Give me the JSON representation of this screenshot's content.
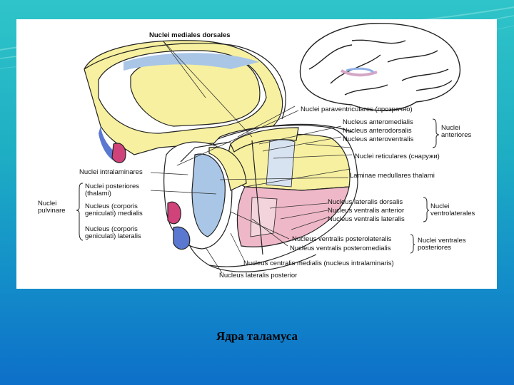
{
  "caption": "Ядра таламуса",
  "labels": {
    "medialesDorsales": "Nuclei mediales dorsales",
    "paraventriculares": "Nuclei paraventriculares (прозрачно)",
    "anteromedialis": "Nucleus anteromedialis",
    "anterodorsalis": "Nucleus anterodorsalis",
    "anteroventralis": "Nucleus anteroventralis",
    "anteriores": "Nuclei\nanteriores",
    "reticulares": "Nuclei reticulares (снаружи)",
    "intralaminares": "Nuclei intralaminares",
    "laminae": "Laminae medullares thalami",
    "posteriores": "Nuclei posteriores\n(thalami)",
    "pulvinare": "Nuclei\npulvinare",
    "corporisMedialis": "Nucleus (corporis\ngeniculati) medialis",
    "lateralisDorsalis": "Nucleus lateralis dorsalis",
    "ventralisAnterior": "Nucleus ventralis anterior",
    "ventralisLateralis": "Nucleus ventralis lateralis",
    "ventrolaterales": "Nuclei\nventrolaterales",
    "corporisLateralis": "Nucleus (corporis\ngeniculati) lateralis",
    "posterolateralis": "Nucleus ventralis posterolateralis",
    "posteromedialis": "Nucleus ventralis posteromedialis",
    "ventralesPosteriores": "Nuclei ventrales\nposteriores",
    "centralisMedialis": "Nucleus centralis medialis (nucleus intralaminaris)",
    "lateralisPosterior": "Nucleus lateralis posterior"
  },
  "colors": {
    "yellow": "#f6f0a0",
    "blue": "#a9c6e6",
    "pink": "#efb8c8",
    "magenta": "#d0437a",
    "deepBlue": "#5a78d0",
    "outline": "#222222",
    "background": "#1c9ec6"
  }
}
